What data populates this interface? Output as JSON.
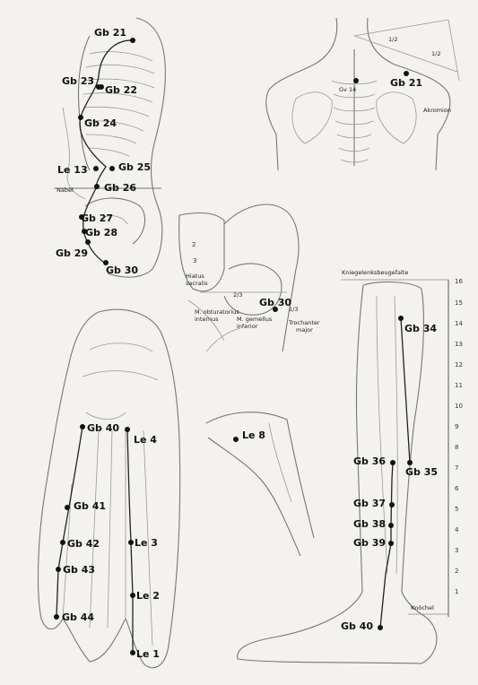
{
  "torso": {
    "points": [
      "Gb 21",
      "Gb 23",
      "Gb 22",
      "Gb 24",
      "Le 13",
      "Gb 25",
      "Gb 26",
      "Gb 27",
      "Gb 28",
      "Gb 29",
      "Gb 30"
    ],
    "nabel": "Nabel"
  },
  "back": {
    "points": [
      "Gb 21"
    ],
    "gv14": "Gv 14",
    "half_a": "1/2",
    "half_b": "1/2",
    "akromion": "Akromion"
  },
  "hip": {
    "point": "Gb 30",
    "hiatus": [
      "Hiatus",
      "sacralis"
    ],
    "ratio_a": "2/3",
    "ratio_b": "1/3",
    "obturatorius": [
      "M. obturatorius",
      "internus"
    ],
    "gemellus": [
      "M. gemellus",
      "inferior"
    ],
    "trochanter": [
      "Trochanter",
      "major"
    ],
    "sacral_nums": [
      "2",
      "3"
    ]
  },
  "foot": {
    "points": [
      "Gb 40",
      "Le 4",
      "Gb 41",
      "Gb 42",
      "Le 3",
      "Gb 43",
      "Le 2",
      "Gb 44",
      "Le 1"
    ]
  },
  "knee": {
    "point": "Le 8"
  },
  "leg": {
    "title": "Kniegelenksbeugefalte",
    "points": [
      "Gb 34",
      "Gb 36",
      "Gb 35",
      "Gb 37",
      "Gb 38",
      "Gb 39",
      "Gb 40"
    ],
    "knoechel": "Knöchel",
    "scale": [
      "16",
      "15",
      "14",
      "13",
      "12",
      "11",
      "10",
      "9",
      "8",
      "7",
      "6",
      "5",
      "4",
      "3",
      "2",
      "1"
    ]
  }
}
